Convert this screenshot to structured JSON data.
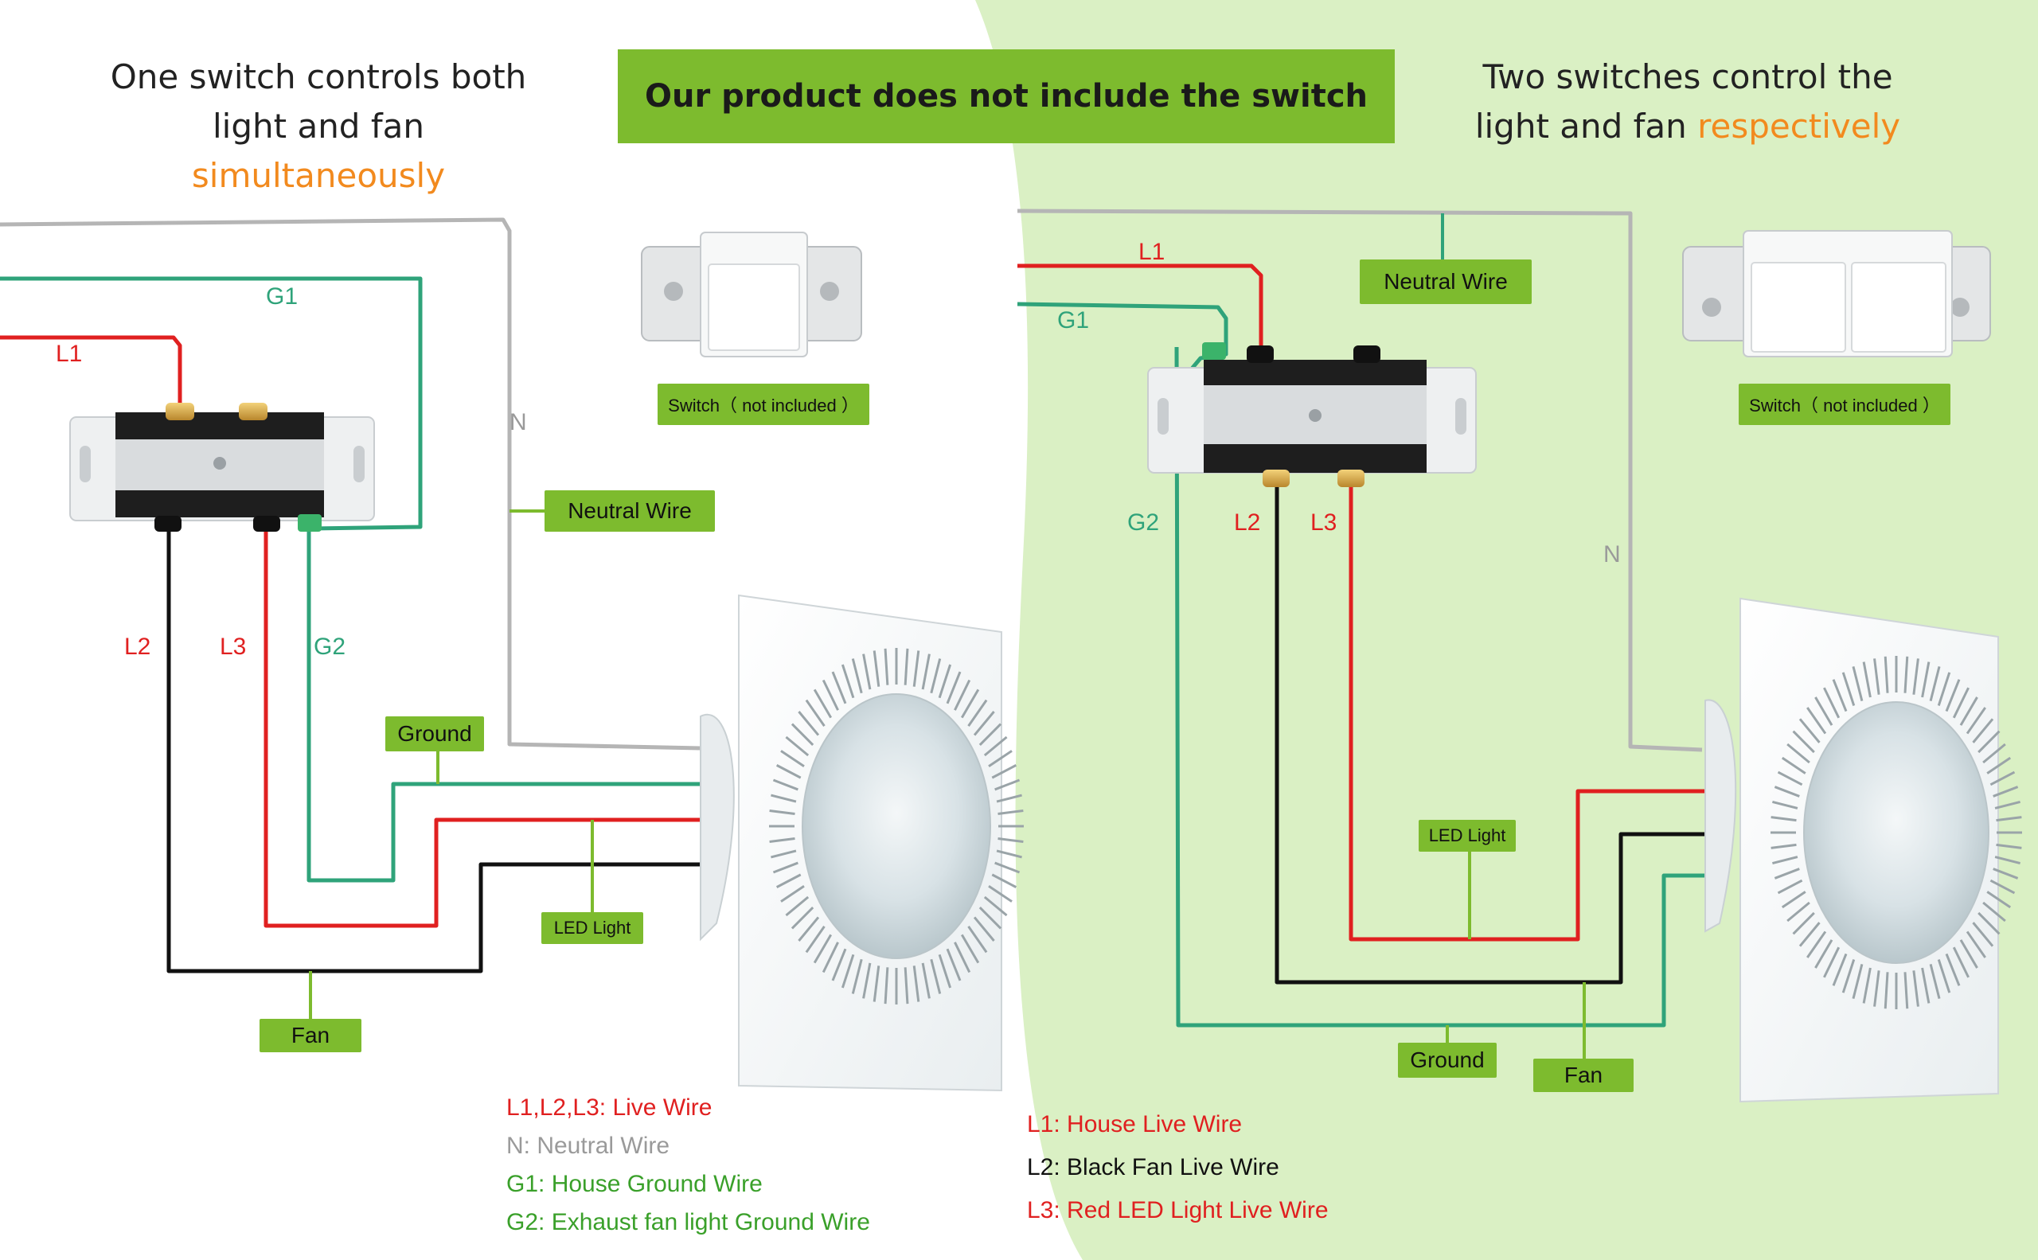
{
  "headings": {
    "left_line1": "One switch controls both",
    "left_line2": "light and fan",
    "left_accent": "simultaneously",
    "right_line1": "Two switches control the",
    "right_line2": "light and fan",
    "right_accent": "respectively"
  },
  "banner": "Our product does not include the switch",
  "left_diagram": {
    "switch_caption": "Switch（ not included ）",
    "neutral_wire_tag": "Neutral Wire",
    "ground_tag": "Ground",
    "led_light_tag": "LED Light",
    "fan_tag": "Fan",
    "wire_labels": {
      "g1": "G1",
      "l1": "L1",
      "n": "N",
      "l2": "L2",
      "l3": "L3",
      "g2": "G2"
    },
    "legend": [
      {
        "text": "L1,L2,L3: Live Wire",
        "color": "#e02020"
      },
      {
        "text": "N: Neutral Wire",
        "color": "#9a9a9a"
      },
      {
        "text": "G1: House Ground Wire",
        "color": "#3aa02a"
      },
      {
        "text": "G2: Exhaust fan light Ground Wire",
        "color": "#3aa02a"
      }
    ]
  },
  "right_diagram": {
    "switch_caption": "Switch（ not included ）",
    "neutral_wire_tag": "Neutral Wire",
    "ground_tag": "Ground",
    "led_light_tag": "LED Light",
    "fan_tag": "Fan",
    "wire_labels": {
      "l1": "L1",
      "g1": "G1",
      "g2": "G2",
      "l2": "L2",
      "l3": "L3",
      "n": "N"
    },
    "legend": [
      {
        "text": "L1: House Live Wire",
        "color": "#e02020"
      },
      {
        "text": "L2: Black Fan Live Wire",
        "color": "#111111"
      },
      {
        "text": "L3: Red LED Light Live Wire",
        "color": "#e02020"
      }
    ]
  },
  "colors": {
    "live_red": "#e02020",
    "neutral_gray": "#b5b5b5",
    "ground_green": "#2fa37a",
    "fan_black": "#111111",
    "tag_green": "#7dbb2e",
    "accent_orange": "#f28a1e",
    "panel_right_bg": "#daf0c4"
  }
}
